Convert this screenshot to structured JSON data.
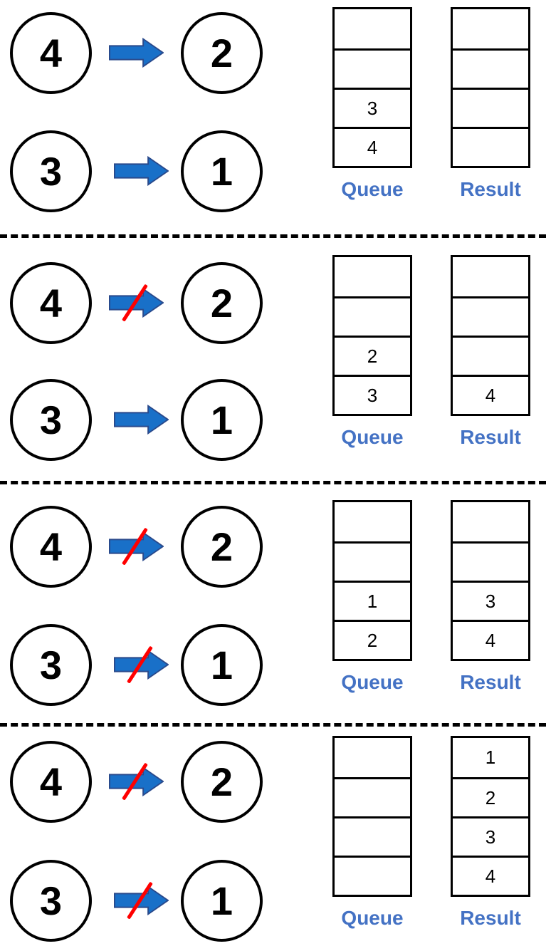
{
  "labels": {
    "queue": "Queue",
    "result": "Result"
  },
  "colors": {
    "arrow_fill": "#1970C8",
    "arrow_border": "#2A4A8C",
    "slash_red": "#FF0000",
    "label_blue": "#4472C4",
    "line_black": "#000000"
  },
  "sections": [
    {
      "name": "step-1",
      "edges": [
        {
          "from": "4",
          "to": "2",
          "crossed": false
        },
        {
          "from": "3",
          "to": "1",
          "crossed": false
        }
      ],
      "queue": [
        "",
        "",
        "3",
        "4"
      ],
      "result": [
        "",
        "",
        "",
        ""
      ]
    },
    {
      "name": "step-2",
      "edges": [
        {
          "from": "4",
          "to": "2",
          "crossed": true
        },
        {
          "from": "3",
          "to": "1",
          "crossed": false
        }
      ],
      "queue": [
        "",
        "",
        "2",
        "3"
      ],
      "result": [
        "",
        "",
        "",
        "4"
      ]
    },
    {
      "name": "step-3",
      "edges": [
        {
          "from": "4",
          "to": "2",
          "crossed": true
        },
        {
          "from": "3",
          "to": "1",
          "crossed": true
        }
      ],
      "queue": [
        "",
        "",
        "1",
        "2"
      ],
      "result": [
        "",
        "",
        "3",
        "4"
      ]
    },
    {
      "name": "step-4",
      "edges": [
        {
          "from": "4",
          "to": "2",
          "crossed": true
        },
        {
          "from": "3",
          "to": "1",
          "crossed": true
        }
      ],
      "queue": [
        "",
        "",
        "",
        ""
      ],
      "result": [
        "1",
        "2",
        "3",
        "4"
      ]
    }
  ]
}
